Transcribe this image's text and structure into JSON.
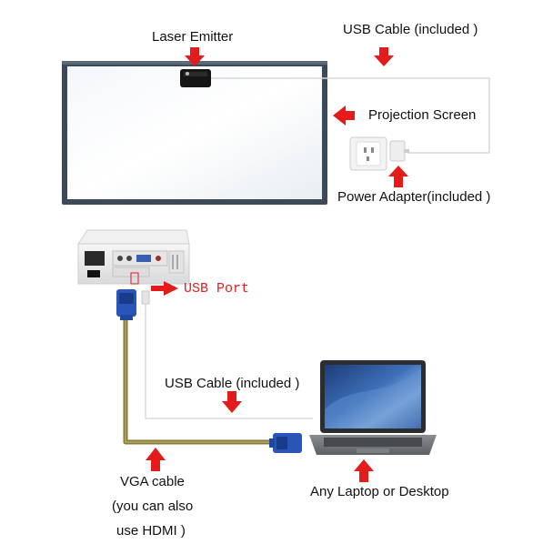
{
  "labels": {
    "laser_emitter": "Laser Emitter",
    "usb_cable_top": "USB Cable (included )",
    "projection_screen": "Projection Screen",
    "power_adapter": "Power Adapter(included )",
    "usb_port": "USB Port",
    "usb_cable_bottom": "USB Cable (included )",
    "vga_line1": "VGA cable",
    "vga_line2": "(you can also",
    "vga_line3": "use HDMI )",
    "laptop": "Any Laptop or Desktop"
  },
  "colors": {
    "arrow": "#e31b1b",
    "frame": "#3b4a56",
    "vga_connector": "#2a55b8",
    "vga_cable": "#8a7a3a",
    "cable": "#d8d8d8"
  }
}
